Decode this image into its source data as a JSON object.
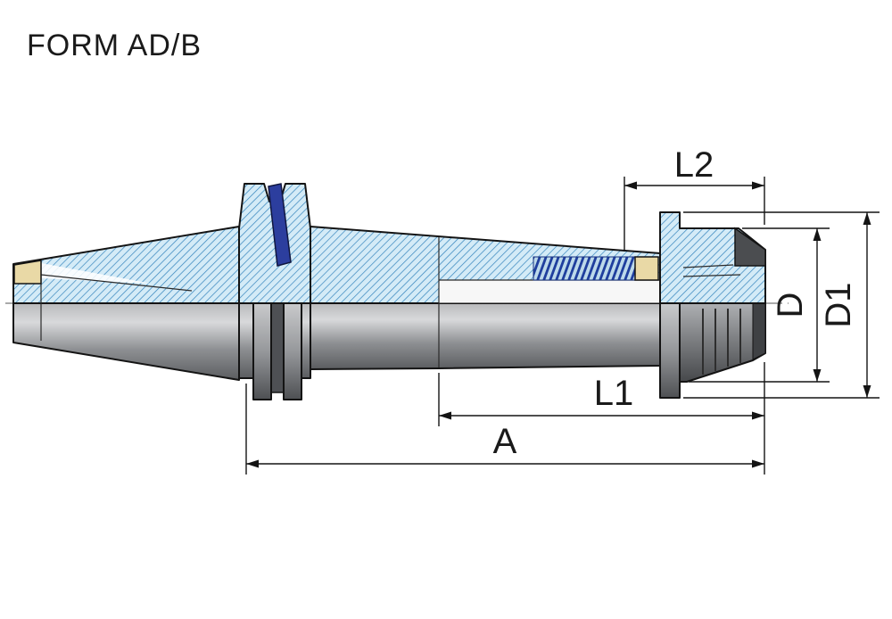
{
  "title": "FORM AD/B",
  "dimensions": {
    "l2": "L2",
    "d": "D",
    "d1": "D1",
    "l1": "L1",
    "a": "A"
  },
  "colors": {
    "hatch_fill": "#d4ebf7",
    "hatch_line": "#3584bd",
    "accent_blue": "#2c3e9e",
    "brass": "#e9d9a6",
    "steel_gray": "#8e9093",
    "outline": "#141414"
  }
}
